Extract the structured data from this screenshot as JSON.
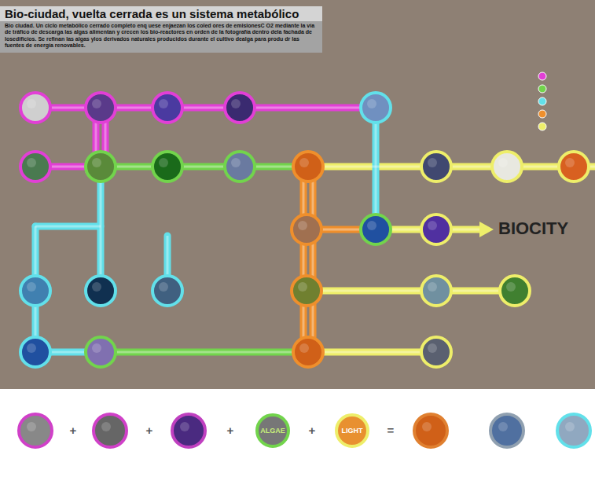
{
  "diagram": {
    "title": "Bio-ciudad, vuelta cerrada es un sistema metabólico",
    "caption": "Bio ciudad. Un ciclo metabólico cerrado completo enq uese enjaezan los coled ores de emisionesC O2 mediante la vía de tráfico de descarga las algas alimentan y crecen los bio-reactores en orden de la fotografía dentro dela fachada de losedificios. Se refinan las algas ylos derivados naturales producidos durante el cultivo dealga para produ dr las fuentes de energía renovables.",
    "nodes": [
      {
        "text": [
          "ALGAE"
        ]
      },
      {
        "text": [
          "LIGHT"
        ]
      }
    ],
    "labels": [
      "BIOCITY",
      "+",
      "+",
      "+",
      "+",
      "="
    ]
  }
}
